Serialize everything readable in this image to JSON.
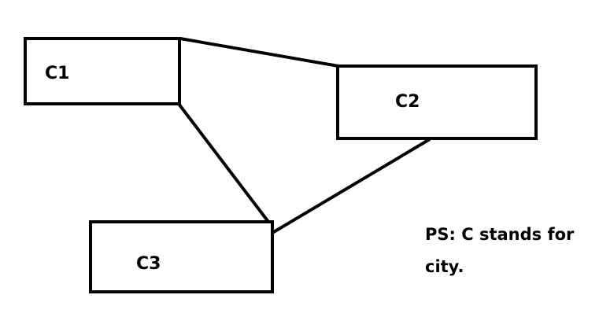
{
  "diagram": {
    "nodes": [
      {
        "id": "c1",
        "label": "C1"
      },
      {
        "id": "c2",
        "label": "C2"
      },
      {
        "id": "c3",
        "label": "C3"
      }
    ],
    "edges": [
      {
        "from": "c1",
        "to": "c2"
      },
      {
        "from": "c1",
        "to": "c3"
      },
      {
        "from": "c2",
        "to": "c3"
      }
    ],
    "note": "PS: C stands for\ncity.",
    "colors": {
      "stroke": "#000000",
      "background": "#ffffff"
    }
  }
}
